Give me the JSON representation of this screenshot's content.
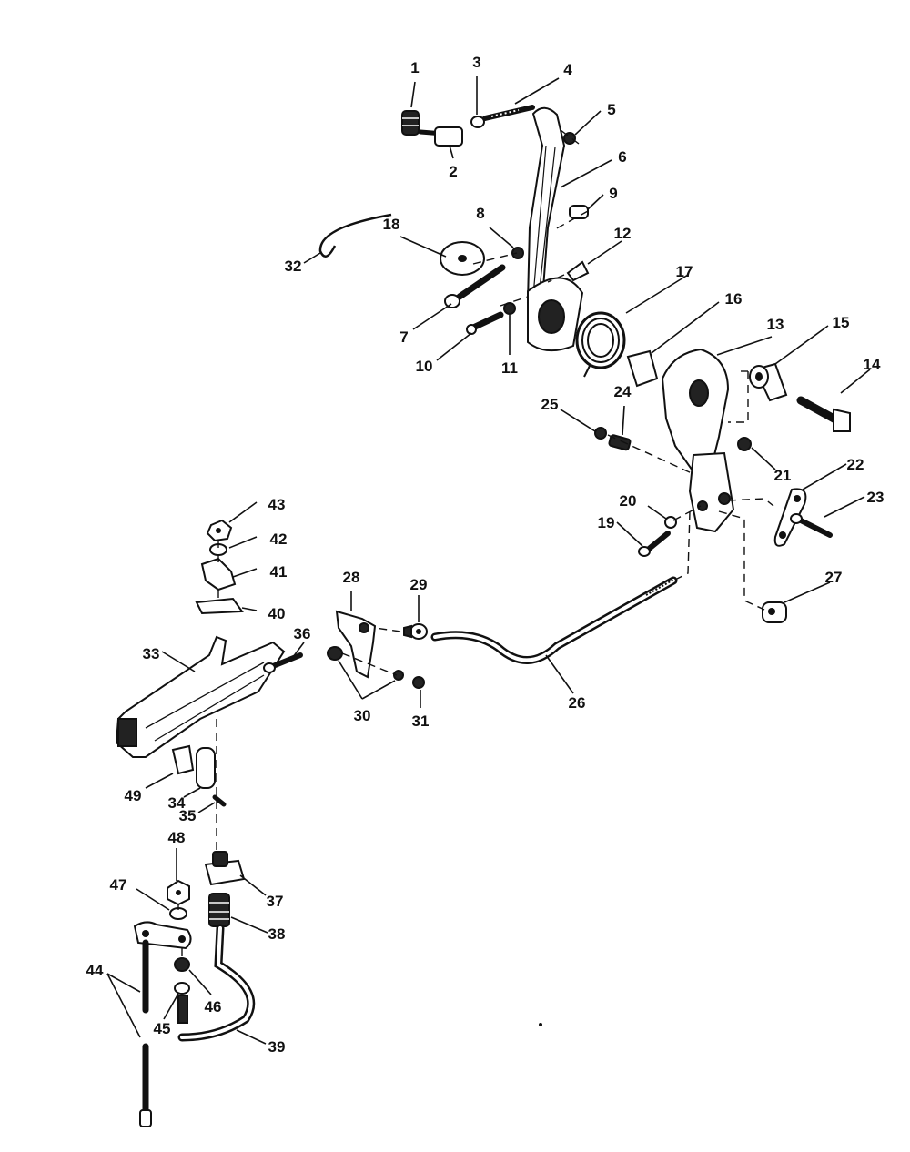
{
  "labels": {
    "n1": "1",
    "n2": "2",
    "n3": "3",
    "n4": "4",
    "n5": "5",
    "n6": "6",
    "n7": "7",
    "n8": "8",
    "n9": "9",
    "n10": "10",
    "n11": "11",
    "n12": "12",
    "n13": "13",
    "n14": "14",
    "n15": "15",
    "n16": "16",
    "n17": "17",
    "n18": "18",
    "n19": "19",
    "n20": "20",
    "n21": "21",
    "n22": "22",
    "n23": "23",
    "n24": "24",
    "n25": "25",
    "n26": "26",
    "n27": "27",
    "n28": "28",
    "n29": "29",
    "n30": "30",
    "n31": "31",
    "n32": "32",
    "n33": "33",
    "n34": "34",
    "n35": "35",
    "n36": "36",
    "n37": "37",
    "n38": "38",
    "n39": "39",
    "n40": "40",
    "n41": "41",
    "n42": "42",
    "n43": "43",
    "n44": "44",
    "n45": "45",
    "n46": "46",
    "n47": "47",
    "n48": "48",
    "n49": "49"
  },
  "colors": {
    "ink": "#111111",
    "paper": "#ffffff"
  }
}
